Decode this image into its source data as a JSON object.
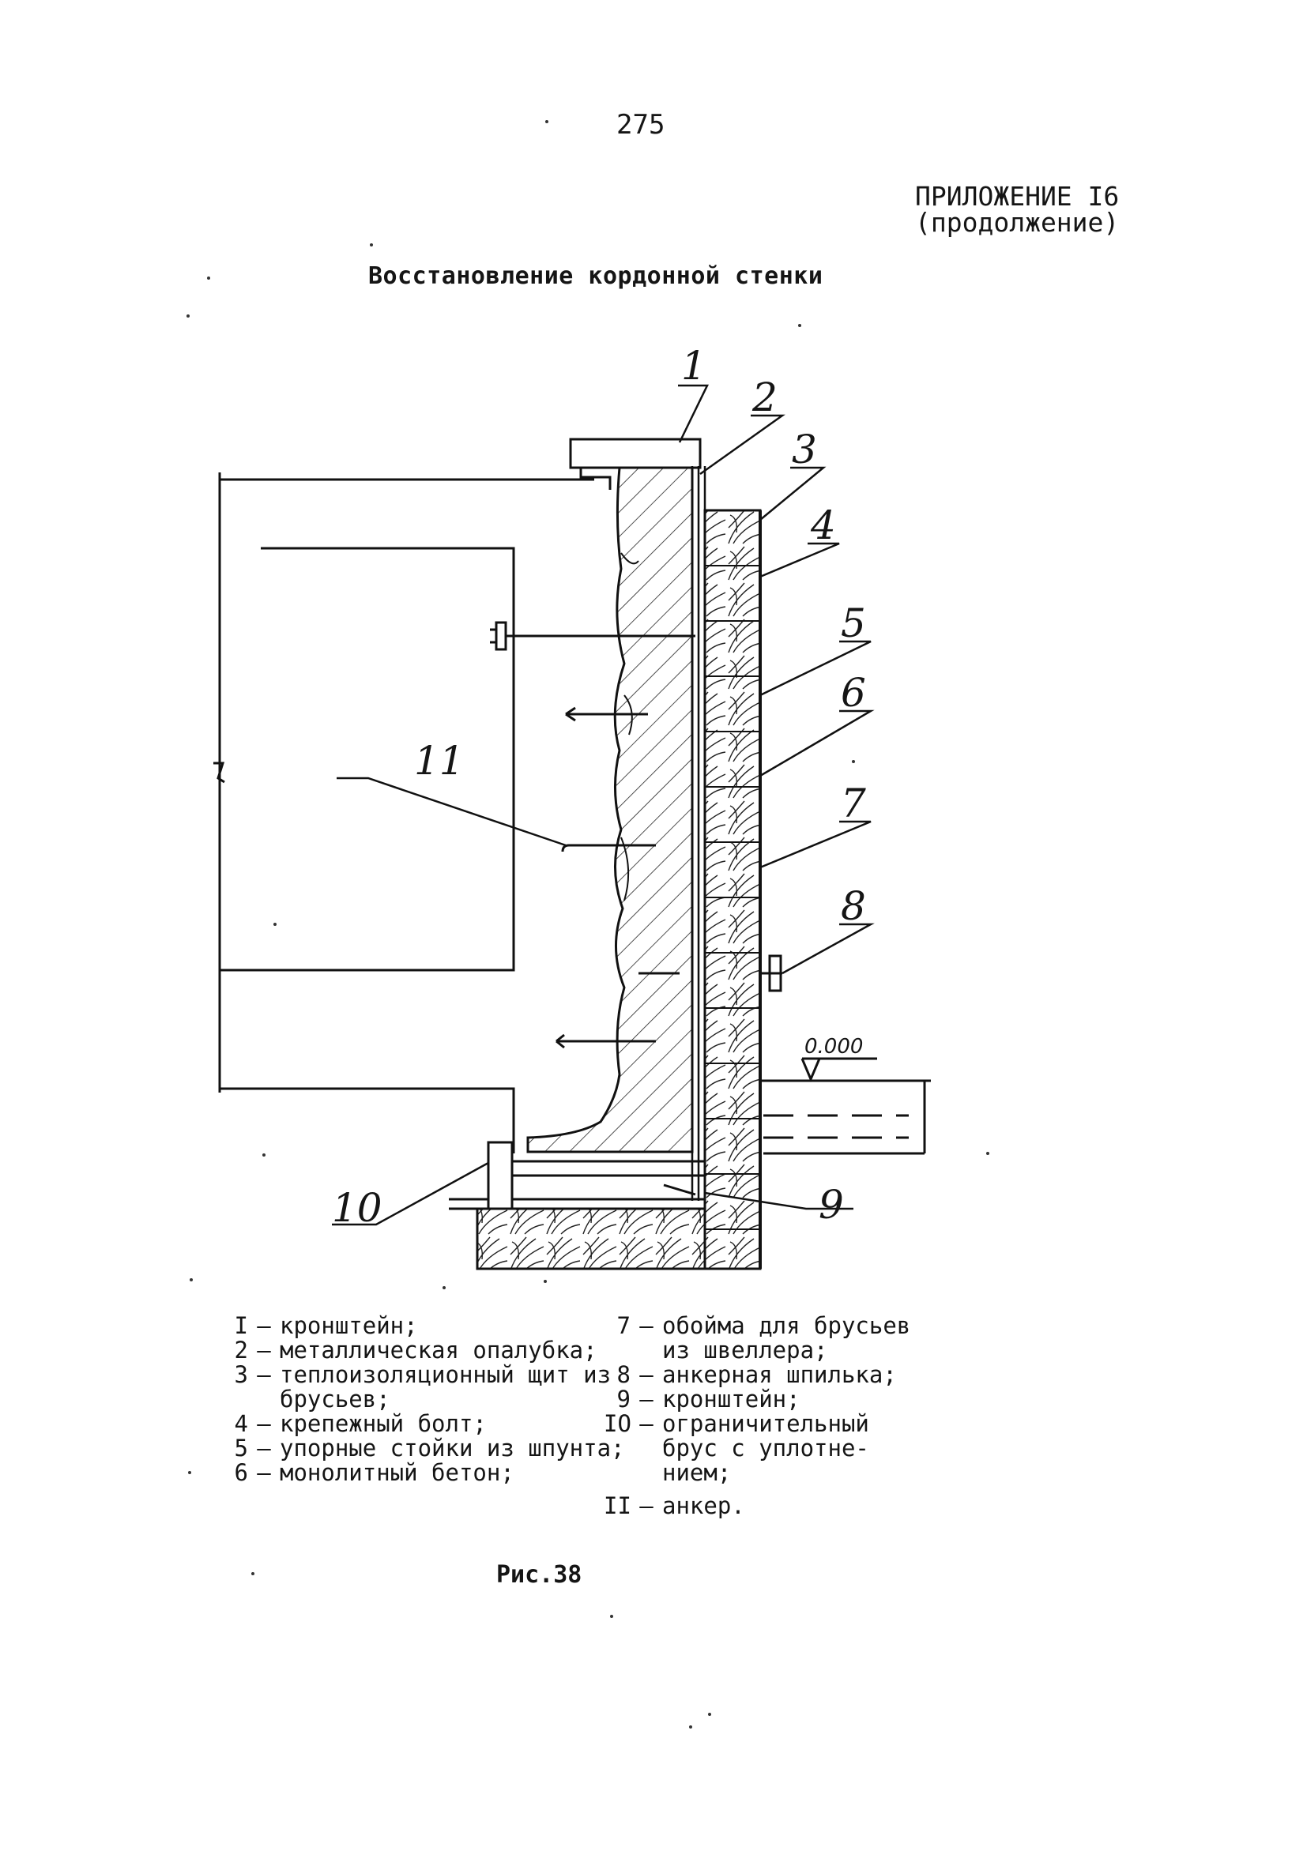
{
  "page_number": "275",
  "appendix": {
    "line1": "ПРИЛОЖЕНИЕ I6",
    "line2": "(продолжение)"
  },
  "title": "Восстановление кордонной стенки",
  "figure": {
    "callouts": [
      "1",
      "2",
      "3",
      "4",
      "5",
      "6",
      "7",
      "8",
      "9",
      "10",
      "11"
    ],
    "level_mark": "0.000"
  },
  "legend": [
    {
      "num": "I",
      "text": "кронштейн;"
    },
    {
      "num": "2",
      "text": "металлическая опалубка;"
    },
    {
      "num": "3",
      "text": "теплоизоляционный щит из"
    },
    {
      "num": "",
      "text": "брусьев;"
    },
    {
      "num": "4",
      "text": "крепежный болт;"
    },
    {
      "num": "5",
      "text": "упорные стойки из шпунта;"
    },
    {
      "num": "6",
      "text": "монолитный бетон;"
    },
    {
      "num": "7",
      "text": "обойма для брусьев"
    },
    {
      "num": "",
      "text": "из швеллера;"
    },
    {
      "num": "8",
      "text": "анкерная шпилька;"
    },
    {
      "num": "9",
      "text": "кронштейн;"
    },
    {
      "num": "IO",
      "text": "ограничительный"
    },
    {
      "num": "",
      "text": "брус с уплотне-"
    },
    {
      "num": "",
      "text": "нием;"
    },
    {
      "num": "II",
      "text": "анкер."
    }
  ],
  "caption": "Рис.38"
}
